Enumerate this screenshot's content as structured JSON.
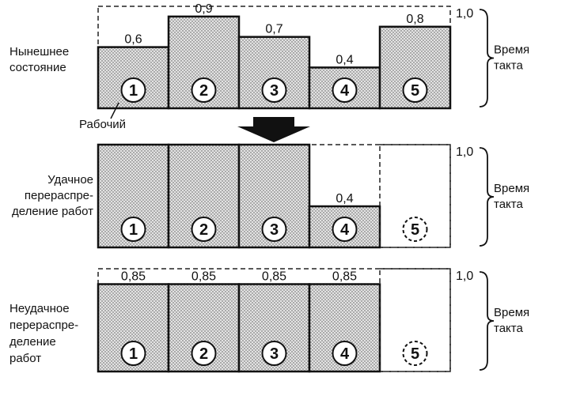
{
  "scale_max": "1,0",
  "takt_label": [
    "Время",
    "такта"
  ],
  "worker_label": "Рабочий",
  "rows": [
    {
      "label": [
        "Нынешнее",
        "состояние"
      ],
      "workers": [
        {
          "id": "1",
          "load": 0.6,
          "value_label": "0,6",
          "active": true
        },
        {
          "id": "2",
          "load": 0.9,
          "value_label": "0,9",
          "active": true
        },
        {
          "id": "3",
          "load": 0.7,
          "value_label": "0,7",
          "active": true
        },
        {
          "id": "4",
          "load": 0.4,
          "value_label": "0,4",
          "active": true
        },
        {
          "id": "5",
          "load": 0.8,
          "value_label": "0,8",
          "active": true
        }
      ]
    },
    {
      "label": [
        "Удачное",
        "перераспре-",
        "деление работ"
      ],
      "workers": [
        {
          "id": "1",
          "load": 1.0,
          "value_label": "",
          "active": true
        },
        {
          "id": "2",
          "load": 1.0,
          "value_label": "",
          "active": true
        },
        {
          "id": "3",
          "load": 1.0,
          "value_label": "",
          "active": true
        },
        {
          "id": "4",
          "load": 0.4,
          "value_label": "0,4",
          "active": true
        },
        {
          "id": "5",
          "load": 0,
          "value_label": "",
          "active": false
        }
      ]
    },
    {
      "label": [
        "Неудачное",
        "перераспре-",
        "деление",
        "работ"
      ],
      "workers": [
        {
          "id": "1",
          "load": 0.85,
          "value_label": "0,85",
          "active": true
        },
        {
          "id": "2",
          "load": 0.85,
          "value_label": "0,85",
          "active": true
        },
        {
          "id": "3",
          "load": 0.85,
          "value_label": "0,85",
          "active": true
        },
        {
          "id": "4",
          "load": 0.85,
          "value_label": "0,85",
          "active": true
        },
        {
          "id": "5",
          "load": 0,
          "value_label": "",
          "active": false
        }
      ]
    }
  ]
}
